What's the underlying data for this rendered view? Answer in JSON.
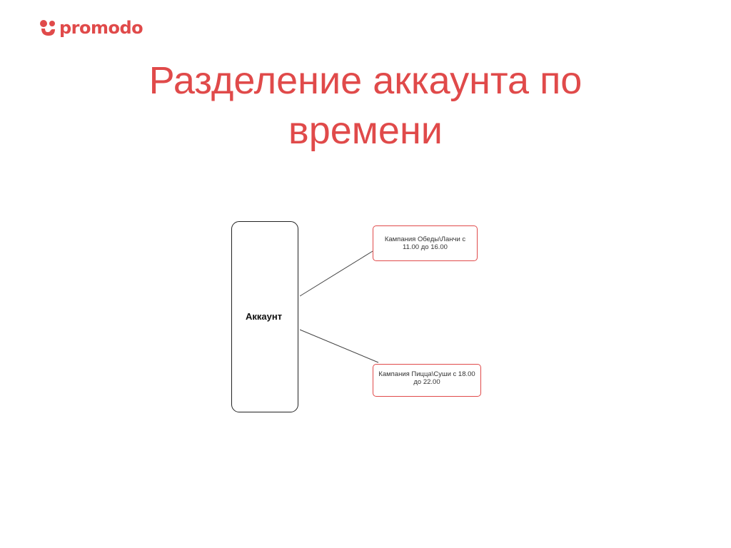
{
  "brand": {
    "name": "promodo",
    "color": "#e04a4a",
    "logo_icon": "promodo-logo-icon"
  },
  "slide": {
    "title": "Разделение аккаунта по времени",
    "title_color": "#e04a4a"
  },
  "diagram": {
    "root": {
      "label": "Аккаунт"
    },
    "children": [
      {
        "label": "Кампания Обеды\\Ланчи с 11.00 до 16.00"
      },
      {
        "label": "Кампания Пицца\\Суши с 18.00 до 22.00"
      }
    ],
    "child_border_color": "#e04a4a",
    "root_border_color": "#222222",
    "connector_color": "#444444"
  }
}
